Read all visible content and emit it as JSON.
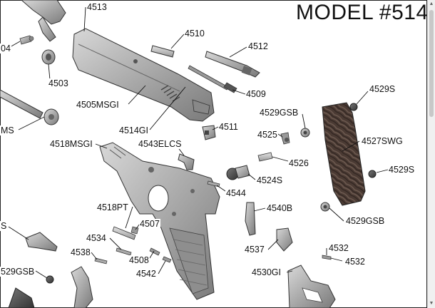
{
  "title": "MODEL #514",
  "scroll_up_glyph": "▲",
  "scroll_down_glyph": "▼",
  "labels": [
    {
      "id": "4513",
      "text": "4513"
    },
    {
      "id": "04",
      "text": "04"
    },
    {
      "id": "4510",
      "text": "4510"
    },
    {
      "id": "4512",
      "text": "4512"
    },
    {
      "id": "4503",
      "text": "4503"
    },
    {
      "id": "4505MSGI",
      "text": "4505MSGI"
    },
    {
      "id": "4509",
      "text": "4509"
    },
    {
      "id": "4529S_a",
      "text": "4529S"
    },
    {
      "id": "MS",
      "text": "MS"
    },
    {
      "id": "4529GSB_a",
      "text": "4529GSB"
    },
    {
      "id": "4514GI",
      "text": "4514GI"
    },
    {
      "id": "4511",
      "text": "4511"
    },
    {
      "id": "4525",
      "text": "4525"
    },
    {
      "id": "4527SWG",
      "text": "4527SWG"
    },
    {
      "id": "4518MSGI",
      "text": "4518MSGI"
    },
    {
      "id": "4543ELCS",
      "text": "4543ELCS"
    },
    {
      "id": "4526",
      "text": "4526"
    },
    {
      "id": "4529S_b",
      "text": "4529S"
    },
    {
      "id": "4524S",
      "text": "4524S"
    },
    {
      "id": "4544",
      "text": "4544"
    },
    {
      "id": "4518PT",
      "text": "4518PT"
    },
    {
      "id": "4540B",
      "text": "4540B"
    },
    {
      "id": "4529GSB_b",
      "text": "4529GSB"
    },
    {
      "id": "S",
      "text": "S"
    },
    {
      "id": "4507",
      "text": "4507"
    },
    {
      "id": "4534",
      "text": "4534"
    },
    {
      "id": "4537",
      "text": "4537"
    },
    {
      "id": "4532_a",
      "text": "4532"
    },
    {
      "id": "4538",
      "text": "4538"
    },
    {
      "id": "4508",
      "text": "4508"
    },
    {
      "id": "4532_b",
      "text": "4532"
    },
    {
      "id": "529GSB",
      "text": "529GSB"
    },
    {
      "id": "4542",
      "text": "4542"
    },
    {
      "id": "4530GI",
      "text": "4530GI"
    }
  ]
}
